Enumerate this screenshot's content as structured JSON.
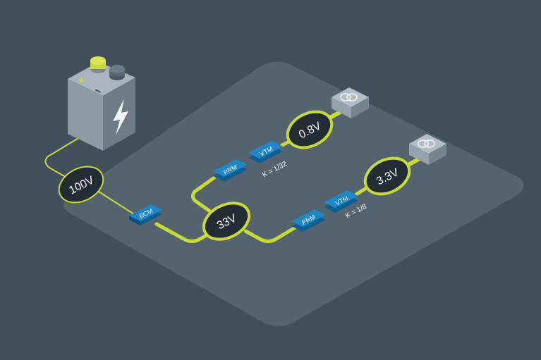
{
  "colors": {
    "background": "#434f5d",
    "platform": "#55636f",
    "wire": "#c8d93a",
    "node_fill": "#232b33",
    "chip_top": "#1f86c7",
    "chip_side": "#0f5f92",
    "battery_body": "#8e9ba3",
    "load_box": "#96a2aa"
  },
  "icons": {
    "battery": "battery-icon",
    "lightning": "lightning-bolt-icon",
    "load": "load-rings-icon"
  },
  "nodes": {
    "source_voltage": "100V",
    "bus_voltage": "33V",
    "upper_output_voltage": "0.8V",
    "lower_output_voltage": "3.3V"
  },
  "modules": {
    "bcm": "BCM",
    "upper_prm": "PRM",
    "upper_vtm": "VTM",
    "lower_prm": "PRM",
    "lower_vtm": "VTM"
  },
  "ratios": {
    "upper": "K = 1/32",
    "lower": "K = 1/8"
  },
  "battery": {
    "plus_symbol": "+",
    "minus_symbol": "−"
  }
}
